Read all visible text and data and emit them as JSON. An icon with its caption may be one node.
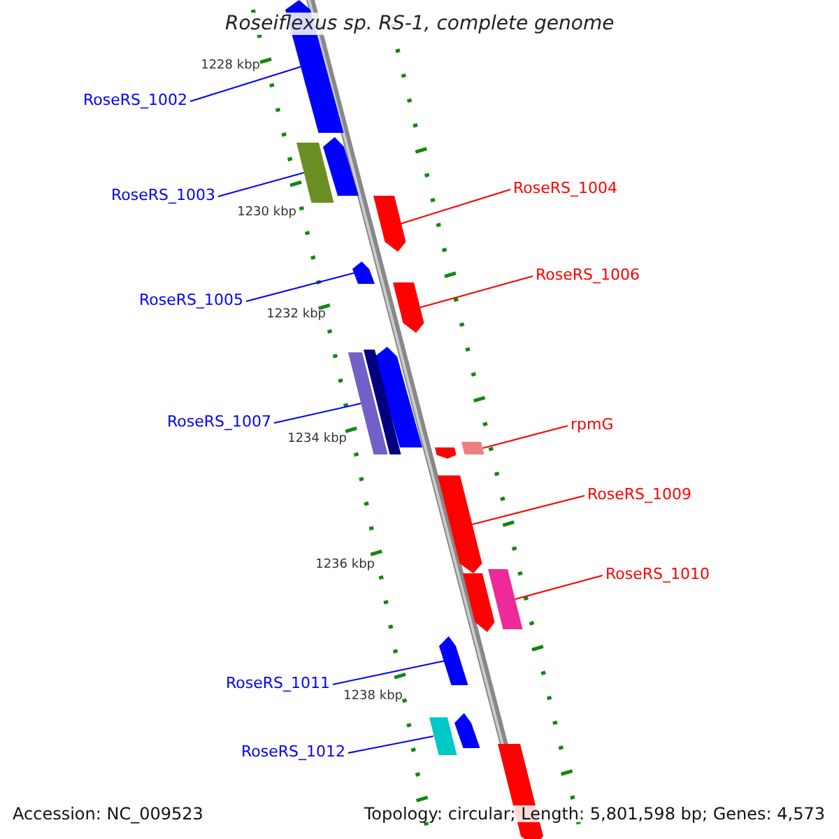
{
  "diagram": {
    "title": "Roseiflexus sp. RS-1, complete genome",
    "nodes": [
      {
        "text": [
          "RoseRS_1002"
        ]
      },
      {
        "text": [
          "RoseRS_1004"
        ]
      },
      {
        "text": [
          "RoseRS_1003"
        ]
      },
      {
        "text": [
          "RoseRS_1006"
        ]
      },
      {
        "text": [
          "RoseRS_1005"
        ]
      },
      {
        "text": [
          "RoseRS_1007"
        ]
      },
      {
        "text": [
          "rpmG"
        ]
      },
      {
        "text": [
          "RoseRS_1009"
        ]
      },
      {
        "text": [
          "RoseRS_1010"
        ]
      },
      {
        "text": [
          "RoseRS_1011"
        ]
      },
      {
        "text": [
          "RoseRS_1012"
        ]
      },
      {
        "text": [],
        "shape": "bar"
      },
      {
        "text": [],
        "shape": "bar"
      },
      {
        "text": [],
        "shape": "bar"
      },
      {
        "text": [],
        "shape": "bar"
      },
      {
        "text": [],
        "shape": "bar"
      },
      {
        "text": [],
        "shape": "bar"
      },
      {
        "text": [],
        "shape": "bar"
      },
      {
        "text": [],
        "shape": "bar"
      },
      {
        "text": [],
        "shape": "bar"
      },
      {
        "text": [],
        "shape": "bar"
      },
      {
        "text": [],
        "shape": "bar"
      },
      {
        "text": [],
        "shape": "bar"
      },
      {
        "text": [],
        "shape": "bar"
      },
      {
        "text": [],
        "shape": "bar"
      },
      {
        "text": [],
        "shape": "bar"
      },
      {
        "text": [],
        "shape": "bar"
      },
      {
        "text": [],
        "shape": "bar"
      },
      {
        "text": [],
        "shape": "bar"
      }
    ],
    "edges": [
      {
        "from": 0,
        "to": 11,
        "arrow": "none",
        "color": "#0000ff"
      },
      {
        "from": 1,
        "to": 14,
        "arrow": "none",
        "color": "#ff0000"
      },
      {
        "from": 2,
        "to": 13,
        "arrow": "none",
        "color": "#0000ff"
      },
      {
        "from": 3,
        "to": 16,
        "arrow": "none",
        "color": "#ff0000"
      },
      {
        "from": 4,
        "to": 15,
        "arrow": "none",
        "color": "#0000ff"
      },
      {
        "from": 5,
        "to": 19,
        "arrow": "none",
        "color": "#0000ff"
      },
      {
        "from": 6,
        "to": 20,
        "arrow": "none",
        "color": "#ff0000"
      },
      {
        "from": 7,
        "to": 22,
        "arrow": "none",
        "color": "#ff0000"
      },
      {
        "from": 8,
        "to": 23,
        "arrow": "none",
        "color": "#ff0000"
      },
      {
        "from": 9,
        "to": 25,
        "arrow": "none",
        "color": "#0000ff"
      },
      {
        "from": 10,
        "to": 27,
        "arrow": "none",
        "color": "#0000ff"
      }
    ],
    "labels": [
      "1228 kbp",
      "1230 kbp",
      "1232 kbp",
      "1234 kbp",
      "1236 kbp",
      "1238 kbp",
      "Accession: NC_009523",
      "Topology: circular; Length: 5,801,598 bp; Genes: 4,573"
    ]
  }
}
